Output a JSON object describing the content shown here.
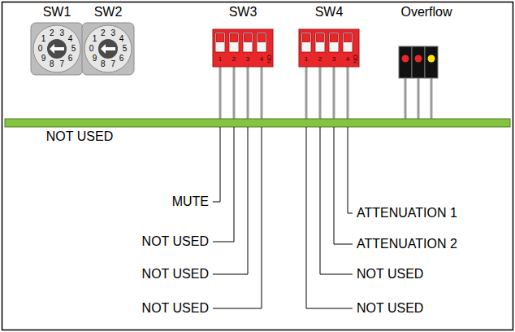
{
  "diagram": {
    "labels": [
      "SW1",
      "SW2",
      "SW3",
      "SW4",
      "Overflow",
      "0",
      "1",
      "2",
      "3",
      "4",
      "5",
      "6",
      "7",
      "8",
      "9",
      "0",
      "1",
      "2",
      "3",
      "4",
      "5",
      "6",
      "7",
      "8",
      "9",
      "1",
      "2",
      "3",
      "4",
      "ON",
      "1",
      "2",
      "3",
      "4",
      "ON",
      "NOT USED",
      "MUTE",
      "NOT USED",
      "NOT USED",
      "NOT USED",
      "ATTENUATION 1",
      "ATTENUATION 2",
      "NOT USED",
      "NOT USED"
    ]
  }
}
